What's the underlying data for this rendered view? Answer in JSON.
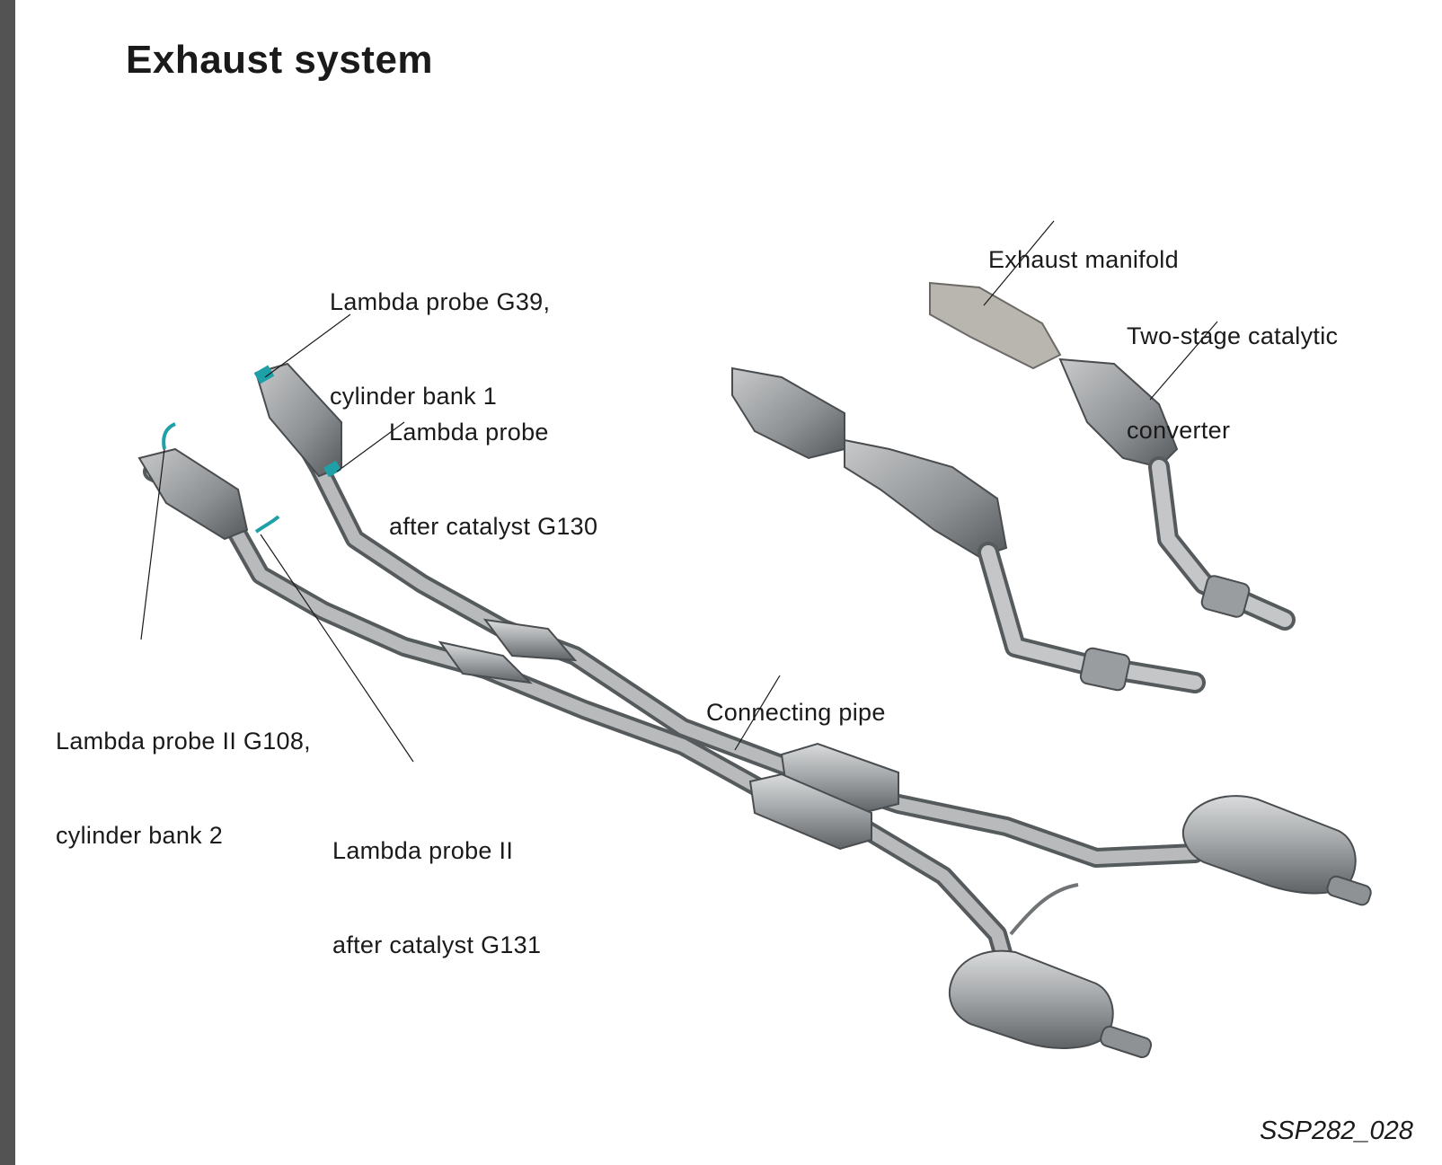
{
  "page": {
    "title": "Exhaust system",
    "figure_id": "SSP282_028",
    "colors": {
      "side_bar": "#535353",
      "text": "#1a1a1a",
      "probe_highlight": "#1fa0a8",
      "metal": "#9a9da0"
    }
  },
  "labels": {
    "exhaust_manifold": [
      "Exhaust manifold"
    ],
    "two_stage_catalytic_converter": [
      "Two-stage catalytic",
      "converter"
    ],
    "lambda_probe_g39": [
      "Lambda probe G39,",
      "cylinder bank 1"
    ],
    "lambda_probe_g130": [
      "Lambda probe",
      "after catalyst G130"
    ],
    "lambda_probe_g108": [
      "Lambda probe II G108,",
      "cylinder bank 2"
    ],
    "lambda_probe_g131": [
      "Lambda probe II",
      "after catalyst G131"
    ],
    "connecting_pipe": [
      "Connecting pipe"
    ]
  }
}
